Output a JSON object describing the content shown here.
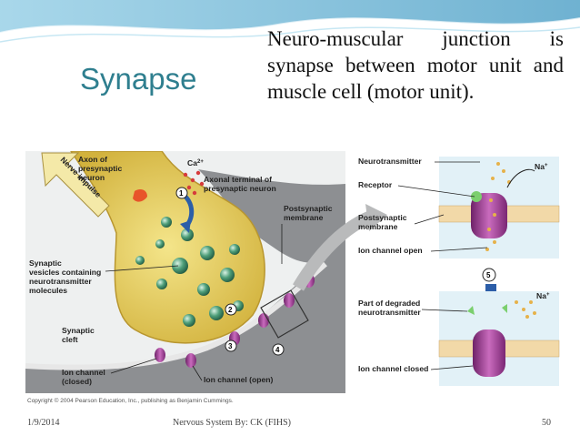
{
  "slide": {
    "title": "Synapse",
    "description": "Neuro-muscular junction is synapse between motor unit and muscle cell (motor unit).",
    "footer": {
      "date": "1/9/2014",
      "center": "Nervous System By: CK (FIHS)",
      "page_number": "50"
    }
  },
  "figure": {
    "labels": {
      "nerve_impulse": "Nerve impulse",
      "axon_line1": "Axon of",
      "axon_line2": "presynaptic",
      "axon_line3": "neuron",
      "calcium": "Ca",
      "calcium_sup": "2+",
      "step1": "1",
      "step2": "2",
      "step3": "3",
      "step4": "4",
      "step5": "5",
      "axonal_terminal_line1": "Axonal terminal of",
      "axonal_terminal_line2": "presynaptic neuron",
      "postsynaptic_line1": "Postsynaptic",
      "postsynaptic_line2": "membrane",
      "vesicles_line1": "Synaptic",
      "vesicles_line2": "vesicles containing",
      "vesicles_line3": "neurotransmitter",
      "vesicles_line4": "molecules",
      "cleft_line1": "Synaptic",
      "cleft_line2": "cleft",
      "ion_closed_line1": "Ion channel",
      "ion_closed_line2": "(closed)",
      "ion_open": "Ion channel (open)",
      "neurotransmitter": "Neurotransmitter",
      "receptor": "Receptor",
      "postsyn_mem_line1": "Postsynaptic",
      "postsyn_mem_line2": "membrane",
      "ion_channel_open": "Ion channel open",
      "sodium": "Na",
      "sodium_sup": "+",
      "degraded_line1": "Part of degraded",
      "degraded_line2": "neurotransmitter",
      "ion_channel_closed": "Ion channel closed"
    },
    "copyright": "Copyright © 2004 Pearson Education, Inc., publishing as Benjamin Cummings."
  },
  "colors": {
    "title": "#2f7f8f",
    "axon": "#e6cc55",
    "vesicle": "#3f8f6c",
    "channel": "#9a3d8f",
    "top_band": "#7fc2dd"
  }
}
